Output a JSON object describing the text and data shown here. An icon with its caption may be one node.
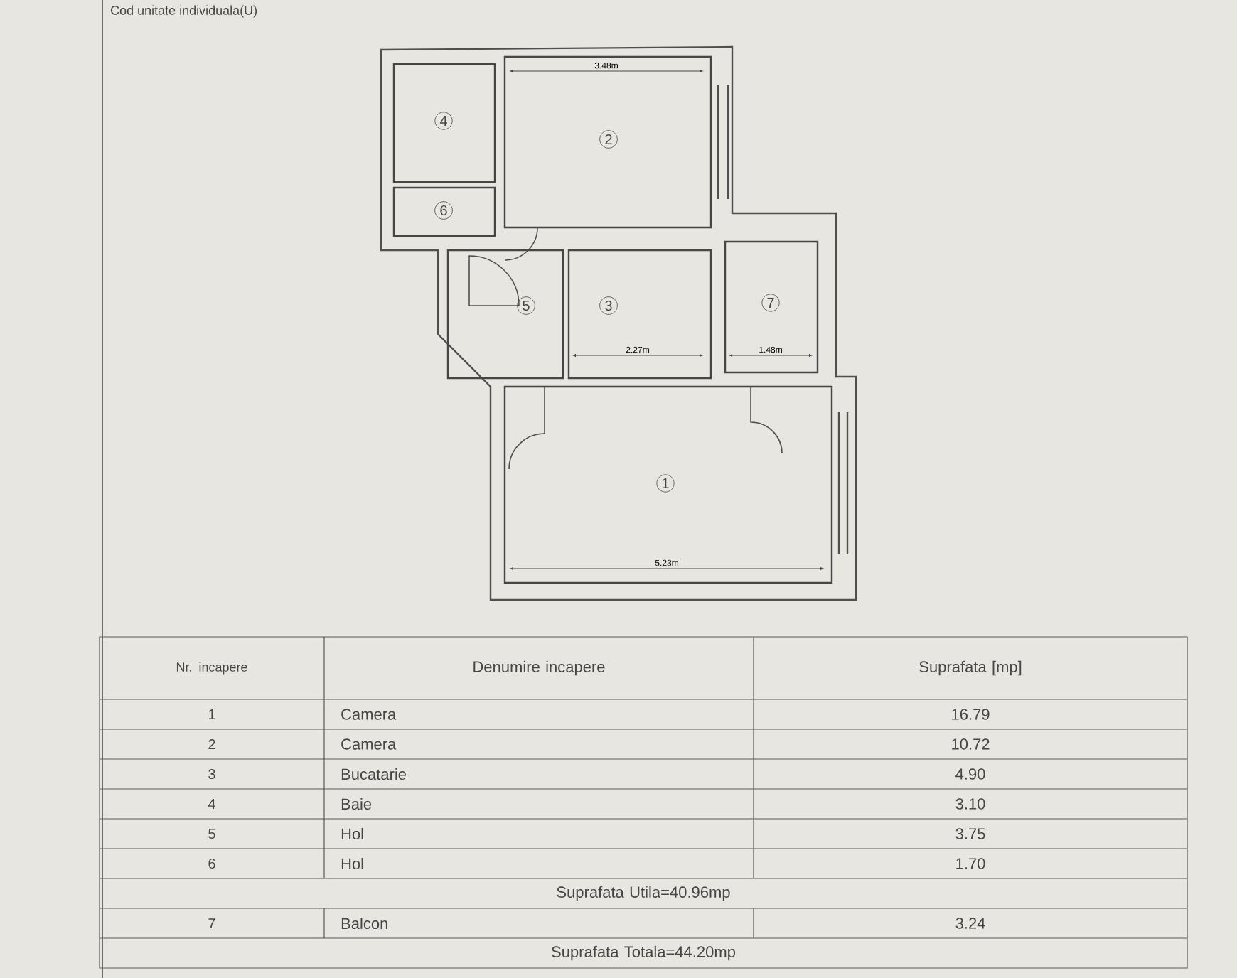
{
  "diagram": {
    "nodes": [
      {
        "text": [
          "4"
        ]
      },
      {
        "text": [
          "2"
        ]
      },
      {
        "text": [
          "6"
        ]
      },
      {
        "text": [
          "5"
        ]
      },
      {
        "text": [
          "3"
        ]
      },
      {
        "text": [
          "7"
        ]
      },
      {
        "text": [
          "1"
        ]
      }
    ],
    "labels": [
      "Cod unitate individuala(U)",
      "3.48m",
      "2.27m",
      "1.48m",
      "5.23m",
      "Nr. incapere",
      "Denumire incapere",
      "Suprafata [mp]",
      "1",
      "Camera",
      "16.79",
      "2",
      "Camera",
      "10.72",
      "3",
      "Bucatarie",
      "4.90",
      "4",
      "Baie",
      "3.10",
      "5",
      "Hol",
      "3.75",
      "6",
      "Hol",
      "1.70",
      "Suprafata Utila=40.96mp",
      "7",
      "Balcon",
      "3.24",
      "Suprafata Totala=44.20mp"
    ]
  }
}
